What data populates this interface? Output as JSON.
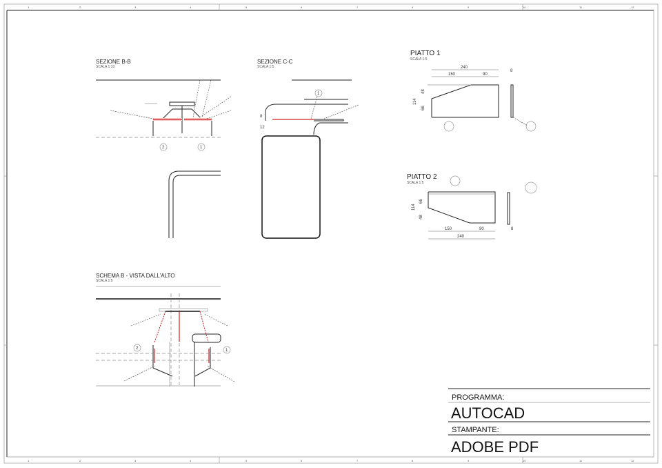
{
  "border": {
    "top_numbers": [
      "1",
      "2",
      "3",
      "4",
      "5",
      "6",
      "7",
      "8",
      "9",
      "10",
      "11",
      "12"
    ],
    "bottom_numbers": [
      "1",
      "2",
      "3",
      "4",
      "5",
      "6",
      "7",
      "8",
      "9",
      "10",
      "11",
      "12"
    ]
  },
  "views": {
    "section_bb": {
      "title": "SEZIONE B-B",
      "scale": "SCALA 1:10",
      "callouts": [
        "1",
        "2"
      ]
    },
    "section_cc": {
      "title": "SEZIONE C-C",
      "scale": "SCALA 1:5",
      "callouts": [
        "1"
      ],
      "dims": [
        "8",
        "12"
      ]
    },
    "piatto1": {
      "title": "PIATTO 1",
      "scale": "SCALA 1:5",
      "dims": {
        "total_length": "240",
        "part_a": "150",
        "part_b": "90",
        "thickness": "8",
        "height": "114",
        "upper": "48",
        "lower": "66"
      }
    },
    "piatto2": {
      "title": "PIATTO 2",
      "scale": "SCALA 1:5",
      "dims": {
        "total_length": "240",
        "part_a": "150",
        "part_b": "90",
        "thickness": "8",
        "height": "114",
        "upper": "66",
        "lower": "48"
      }
    },
    "schema_b": {
      "title": "SCHEMA B - VISTA DALL'ALTO",
      "scale": "SCALA 1:5",
      "callouts": [
        "1",
        "2"
      ]
    }
  },
  "title_block": {
    "program_label": "PROGRAMMA:",
    "program_value": "AUTOCAD",
    "printer_label": "STAMPANTE:",
    "printer_value": "ADOBE PDF"
  }
}
